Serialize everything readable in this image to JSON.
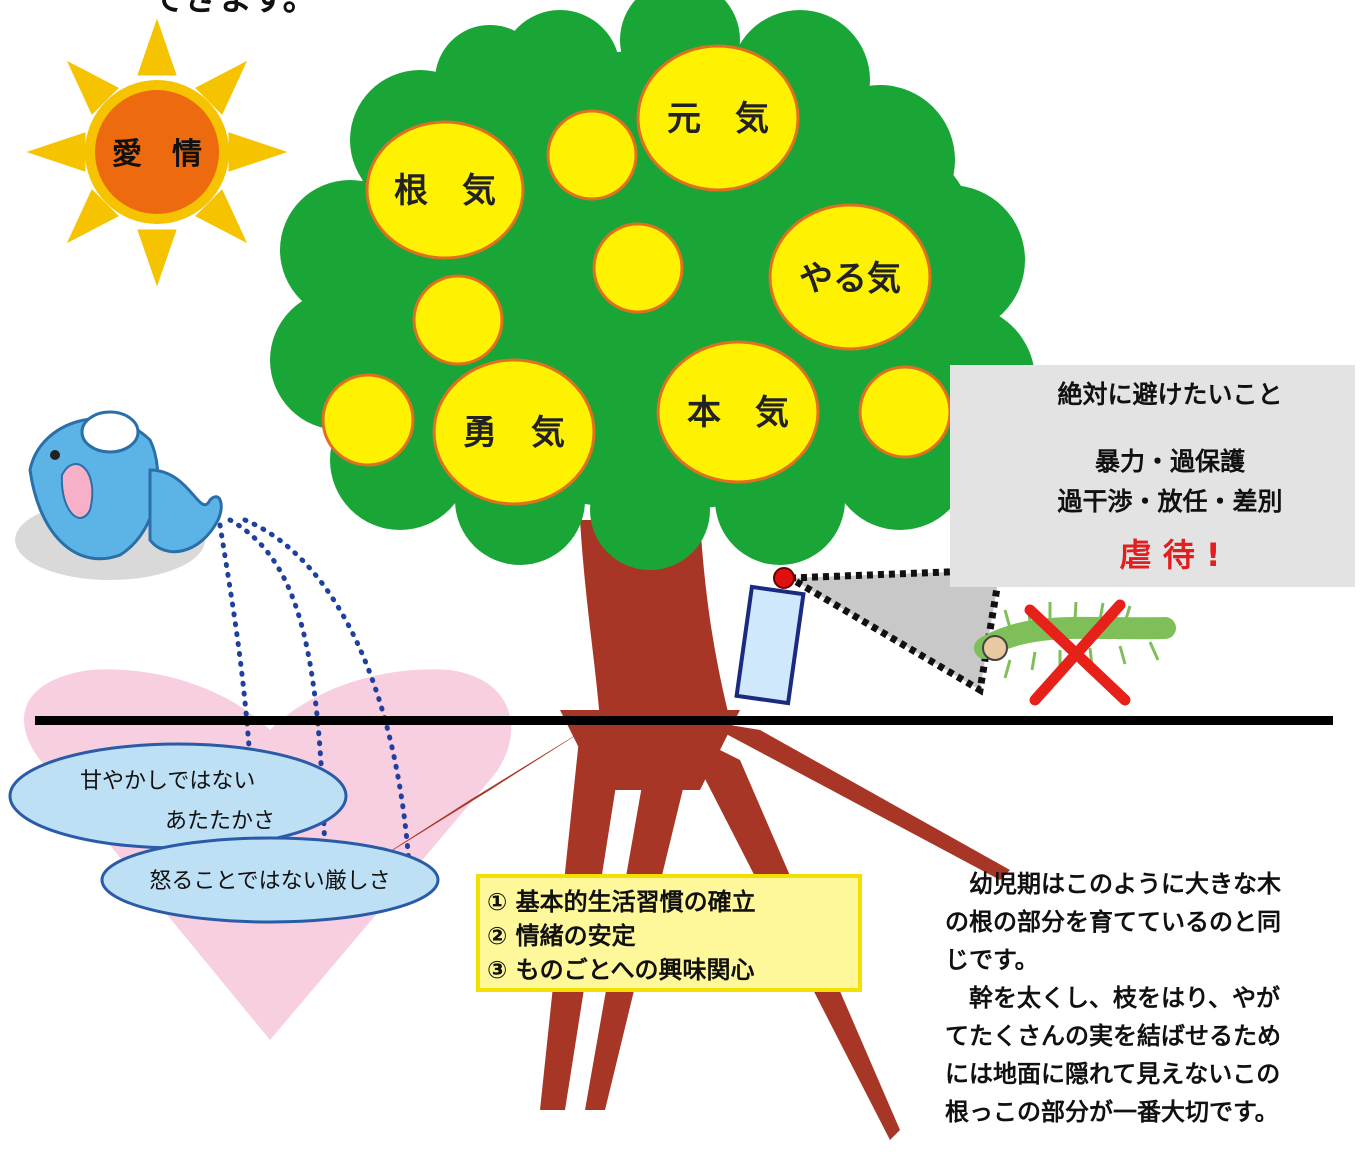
{
  "header": {
    "partial_line": "できます。"
  },
  "sun": {
    "label": "愛　情"
  },
  "fruits": [
    {
      "label": "根　気"
    },
    {
      "label": "元　気"
    },
    {
      "label": "やる気"
    },
    {
      "label": "勇　気"
    },
    {
      "label": "本　気"
    }
  ],
  "avoid": {
    "title": "絶対に避けたいこと",
    "items_line1": "暴力・過保護",
    "items_line2": "過干渉・放任・差別",
    "abuse": "虐 待 !"
  },
  "ellipses": {
    "warmth_line1": "甘やかしではない",
    "warmth_line2": "あたたかさ",
    "strictness": "怒ることではない厳しさ"
  },
  "roots_box": {
    "items": [
      "① 基本的生活習慣の確立",
      "② 情緒の安定",
      "③ ものごとへの興味関心"
    ]
  },
  "paragraph": {
    "lines": [
      "　幼児期はこのように大きな木",
      "の根の部分を育てているのと同",
      "じです。",
      "　幹を太くし、枝をはり、やが",
      "てたくさんの実を結ばせるため",
      "には地面に隠れて見えないこの",
      "根っこの部分が一番大切です。"
    ]
  },
  "colors": {
    "foliage": "#1aa637",
    "fruit": "#fff200",
    "fruit_border": "#e07020",
    "trunk": "#a83626",
    "sun_core": "#ee6a0e",
    "sun_ray": "#f5c300",
    "heart": "#f7cfe0",
    "ellipse": "#bde0f5",
    "abuse_red": "#e02020",
    "roots_box_fill": "#fff89a",
    "roots_box_border": "#f4e000"
  }
}
